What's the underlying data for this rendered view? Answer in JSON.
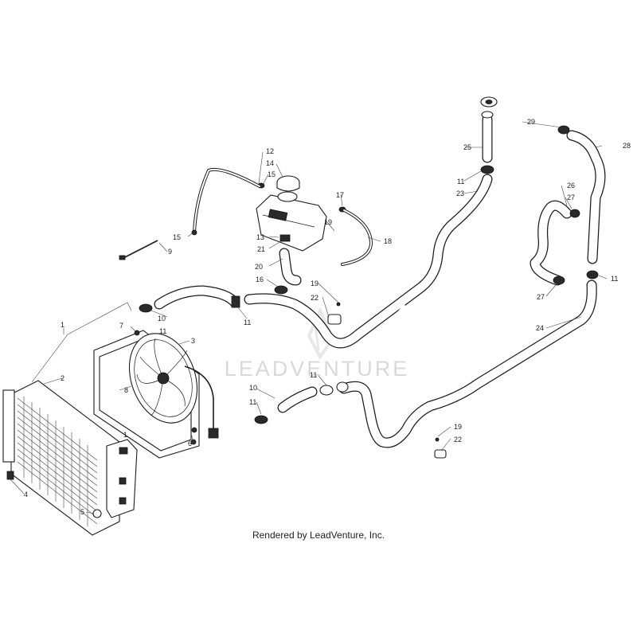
{
  "watermark": "LEADVENTURE",
  "footer": "Rendered by LeadVenture, Inc.",
  "callouts": {
    "c1a": "1",
    "c1b": "1",
    "c2": "2",
    "c3": "3",
    "c4": "4",
    "c5": "5",
    "c6": "6",
    "c7": "7",
    "c8": "8",
    "c9": "9",
    "c10a": "10",
    "c10b": "10",
    "c11a": "11",
    "c11b": "11",
    "c11c": "11",
    "c11d": "11",
    "c11e": "11",
    "c11f": "11",
    "c12": "12",
    "c13": "13",
    "c14": "14",
    "c15a": "15",
    "c15b": "15",
    "c16": "16",
    "c17": "17",
    "c18": "18",
    "c19a": "19",
    "c19b": "19",
    "c19c": "19",
    "c20": "20",
    "c21": "21",
    "c22a": "22",
    "c22b": "22",
    "c23": "23",
    "c24": "24",
    "c25": "25",
    "c26": "26",
    "c27a": "27",
    "c27b": "27",
    "c28": "28",
    "c29": "29",
    "c8b": "8",
    "c8c": "8",
    "c6b": "6"
  }
}
